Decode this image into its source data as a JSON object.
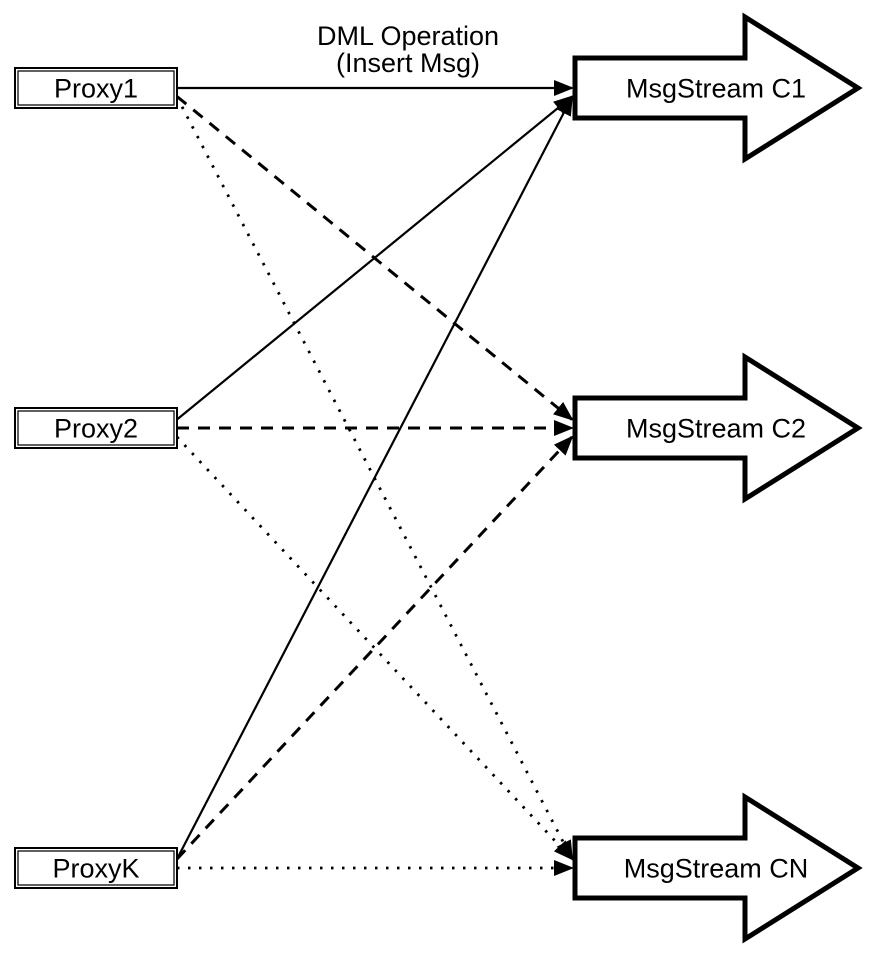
{
  "diagram": {
    "edge_label": {
      "line1": "DML Operation",
      "line2": "(Insert Msg)"
    },
    "proxies": [
      {
        "id": "proxy1",
        "label": "Proxy1"
      },
      {
        "id": "proxy2",
        "label": "Proxy2"
      },
      {
        "id": "proxyk",
        "label": "ProxyK"
      }
    ],
    "streams": [
      {
        "id": "c1",
        "label": "MsgStream C1"
      },
      {
        "id": "c2",
        "label": "MsgStream C2"
      },
      {
        "id": "cn",
        "label": "MsgStream CN"
      }
    ],
    "edges": [
      {
        "from": "proxy1",
        "to": "c1",
        "style": "solid"
      },
      {
        "from": "proxy2",
        "to": "c1",
        "style": "solid"
      },
      {
        "from": "proxyk",
        "to": "c1",
        "style": "solid"
      },
      {
        "from": "proxy1",
        "to": "c2",
        "style": "dashed"
      },
      {
        "from": "proxy2",
        "to": "c2",
        "style": "dashed"
      },
      {
        "from": "proxyk",
        "to": "c2",
        "style": "dashed"
      },
      {
        "from": "proxy1",
        "to": "cn",
        "style": "dotted"
      },
      {
        "from": "proxy2",
        "to": "cn",
        "style": "dotted"
      },
      {
        "from": "proxyk",
        "to": "cn",
        "style": "dotted"
      }
    ],
    "colors": {
      "line": "#000000",
      "node_fill": "#ffffff",
      "node_stroke": "#000000",
      "background": "#ffffff"
    }
  }
}
